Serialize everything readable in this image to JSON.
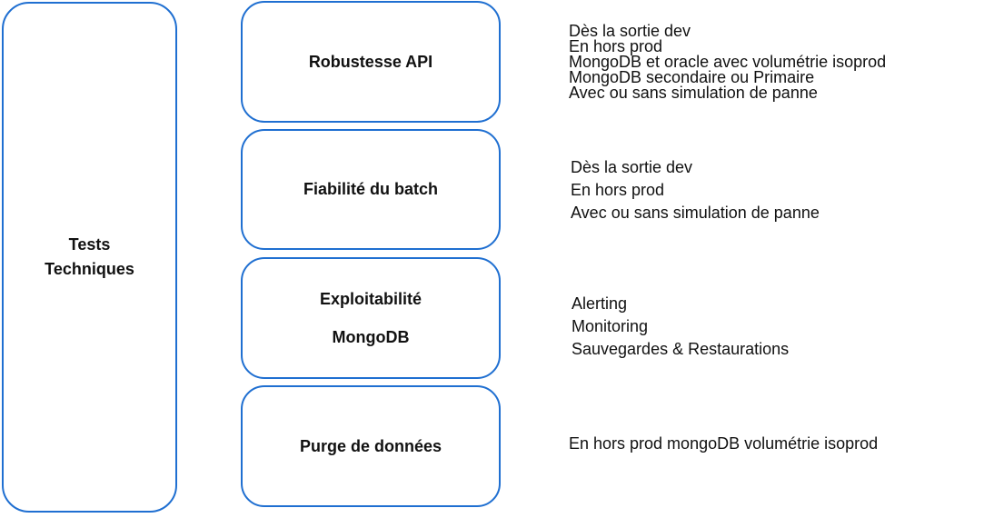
{
  "root": {
    "label_lines": [
      "Tests",
      "Techniques"
    ]
  },
  "categories": [
    {
      "title_lines": [
        "Robustesse API"
      ],
      "notes": [
        "Dès la sortie dev",
        "En hors prod",
        "MongoDB  et oracle avec volumétrie isoprod",
        "MongoDB secondaire ou  Primaire",
        "Avec ou sans simulation de panne"
      ]
    },
    {
      "title_lines": [
        "Fiabilité du batch"
      ],
      "notes": [
        "Dès la sortie dev",
        "En hors prod",
        "Avec ou sans simulation de panne"
      ]
    },
    {
      "title_lines": [
        "Exploitabilité",
        "MongoDB"
      ],
      "notes": [
        "Alerting",
        "Monitoring",
        "Sauvegardes & Restaurations"
      ]
    },
    {
      "title_lines": [
        "Purge de données"
      ],
      "notes": [
        "En hors prod mongoDB volumétrie isoprod"
      ]
    }
  ],
  "colors": {
    "box_border": "#1f6fd1",
    "text": "#111111"
  }
}
